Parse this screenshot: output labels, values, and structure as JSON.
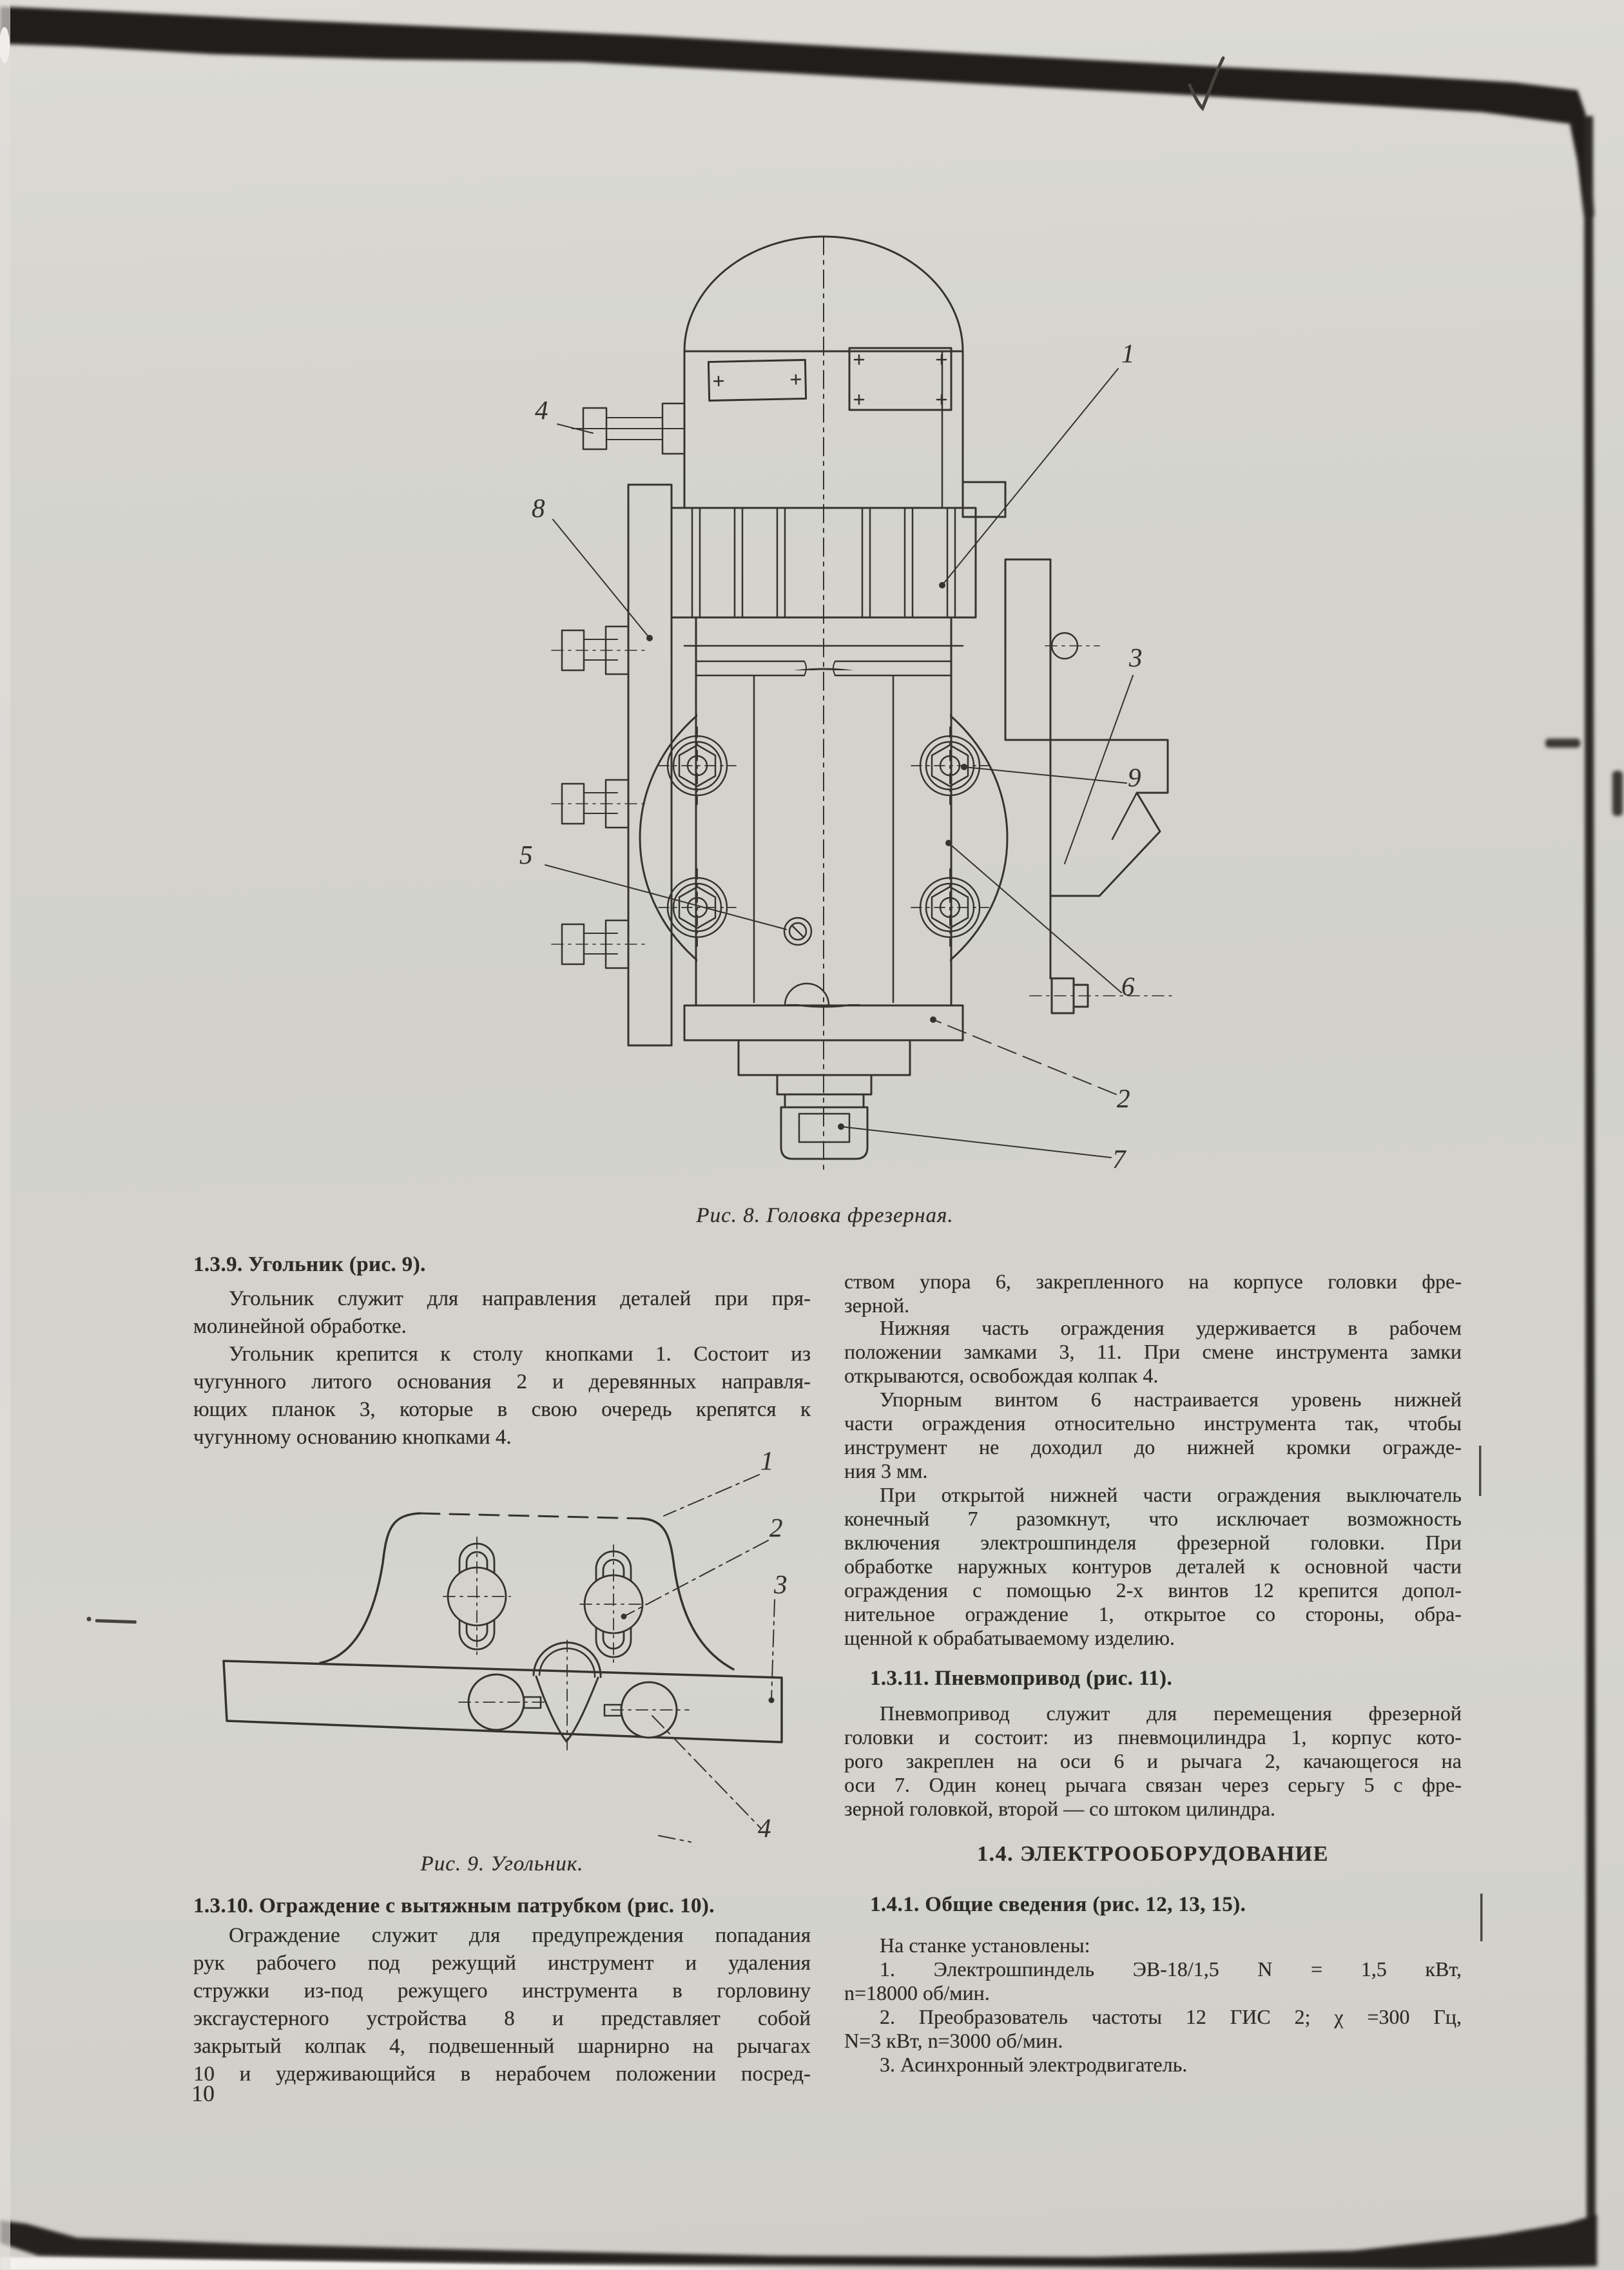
{
  "page": {
    "number": "10",
    "checkmark_note": "√"
  },
  "figure8": {
    "caption": "Рис. 8. Головка фрезерная.",
    "callouts": [
      "1",
      "4",
      "8",
      "3",
      "9",
      "5",
      "6",
      "2",
      "7"
    ]
  },
  "figure9": {
    "callouts": [
      "1",
      "2",
      "3",
      "4"
    ]
  },
  "left": {
    "h139": "1.3.9. Угольник (рис. 9).",
    "pA": [
      {
        "t": "Угольник служит для направления деталей при пря-",
        "j": true,
        "i": true
      },
      {
        "t": "молинейной обработке."
      }
    ],
    "pB": [
      {
        "t": "Угольник крепится к столу кнопками 1. Состоит из",
        "j": true,
        "i": true
      },
      {
        "t": "чугунного литого основания 2 и деревянных направля-",
        "j": true
      },
      {
        "t": "ющих планок 3, которые в свою очередь крепятся к",
        "j": true
      },
      {
        "t": "чугунному основанию кнопками 4."
      }
    ],
    "cap9": "Рис. 9. Угольник.",
    "h1310": "1.3.10. Ограждение с вытяжным патрубком (рис. 10).",
    "pC": [
      {
        "t": "Ограждение служит для предупреждения попадания",
        "j": true,
        "i": true
      },
      {
        "t": "рук рабочего под режущий инструмент и удаления",
        "j": true
      },
      {
        "t": "стружки из-под режущего инструмента в горловину",
        "j": true
      },
      {
        "t": "эксгаустерного устройства 8 и представляет собой",
        "j": true
      },
      {
        "t": "закрытый колпак 4, подвешенный шарнирно на рычагах",
        "j": true
      },
      {
        "t": "10 и удерживающийся в нерабочем положении посред-",
        "j": true
      }
    ],
    "pg": "10"
  },
  "right": {
    "pR1": [
      {
        "t": "ством упора 6, закрепленного на корпусе головки фре-",
        "j": true
      },
      {
        "t": "зерной."
      }
    ],
    "pR2": [
      {
        "t": "Нижняя часть ограждения удерживается в рабочем",
        "j": true,
        "i": true
      },
      {
        "t": "положении замками 3, 11. При смене инструмента замки",
        "j": true
      },
      {
        "t": "открываются, освобождая колпак 4."
      }
    ],
    "pR3": [
      {
        "t": "Упорным винтом 6 настраивается уровень нижней",
        "j": true,
        "i": true
      },
      {
        "t": "части ограждения относительно инструмента так, чтобы",
        "j": true
      },
      {
        "t": "инструмент не доходил до нижней кромки огражде-",
        "j": true
      },
      {
        "t": "ния 3 мм."
      }
    ],
    "pR4": [
      {
        "t": "При открытой нижней части ограждения выключатель",
        "j": true,
        "i": true
      },
      {
        "t": "конечный 7 разомкнут, что исключает возможность",
        "j": true
      },
      {
        "t": "включения электрошпинделя фрезерной головки. При",
        "j": true
      },
      {
        "t": "обработке наружных контуров деталей к основной части",
        "j": true
      },
      {
        "t": "ограждения с помощью 2-х винтов 12 крепится допол-",
        "j": true
      },
      {
        "t": "нительное ограждение 1, открытое со стороны, обра-",
        "j": true
      },
      {
        "t": "щенной к обрабатываемому изделию."
      }
    ],
    "h1311": "1.3.11. Пневмопривод (рис. 11).",
    "pR5": [
      {
        "t": "Пневмопривод служит для перемещения фрезерной",
        "j": true,
        "i": true
      },
      {
        "t": "головки и состоит: из пневмоцилиндра 1, корпус кото-",
        "j": true
      },
      {
        "t": "рого закреплен на оси 6 и рычага 2, качающегося на",
        "j": true
      },
      {
        "t": "оси 7. Один конец рычага связан через серьгу 5 с фре-",
        "j": true
      },
      {
        "t": "зерной головкой, второй — со штоком цилиндра."
      }
    ],
    "h14": "1.4. ЭЛЕКТРООБОРУДОВАНИЕ",
    "h141": "1.4.1. Общие сведения (рис. 12, 13, 15).",
    "pR6": [
      {
        "t": "На станке установлены:",
        "i": true
      },
      {
        "t": "1. Электрошпиндель ЭВ-18/1,5 N = 1,5 кВт,",
        "j": true,
        "i": true
      },
      {
        "t": "n=18000 об/мин."
      },
      {
        "t": "2. Преобразователь частоты 12 ГИС 2; χ =300 Гц,",
        "j": true,
        "i": true
      },
      {
        "t": "N=3 кВт, n=3000 об/мин."
      },
      {
        "t": "3. Асинхронный электродвигатель.",
        "i": true
      }
    ]
  }
}
